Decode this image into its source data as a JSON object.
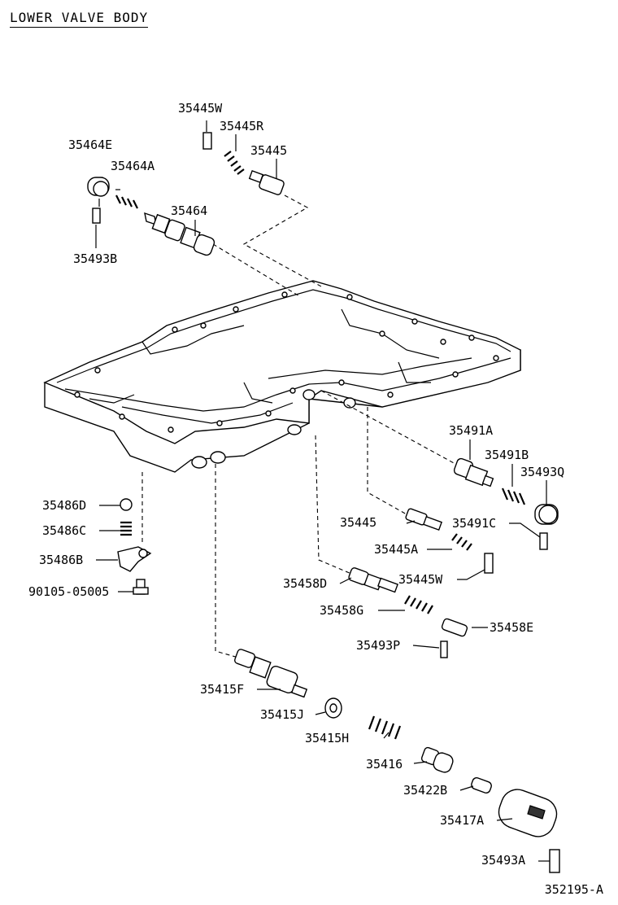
{
  "title": "LOWER VALVE BODY",
  "reference": "352195-A",
  "labels": {
    "l35445W": "35445W",
    "l35445R": "35445R",
    "l35445": "35445",
    "l35464E": "35464E",
    "l35464A": "35464A",
    "l35464": "35464",
    "l35493B": "35493B",
    "l35491A": "35491A",
    "l35491B": "35491B",
    "l35493Q": "35493Q",
    "l35445b": "35445",
    "l35491C": "35491C",
    "l35486D": "35486D",
    "l35486C": "35486C",
    "l35486B": "35486B",
    "l90105": "90105-05005",
    "l35445A": "35445A",
    "l35445Wb": "35445W",
    "l35458D": "35458D",
    "l35458G": "35458G",
    "l35458E": "35458E",
    "l35493P": "35493P",
    "l35415F": "35415F",
    "l35415J": "35415J",
    "l35415H": "35415H",
    "l35416": "35416",
    "l35422B": "35422B",
    "l35417A": "35417A",
    "l35493A": "35493A"
  }
}
